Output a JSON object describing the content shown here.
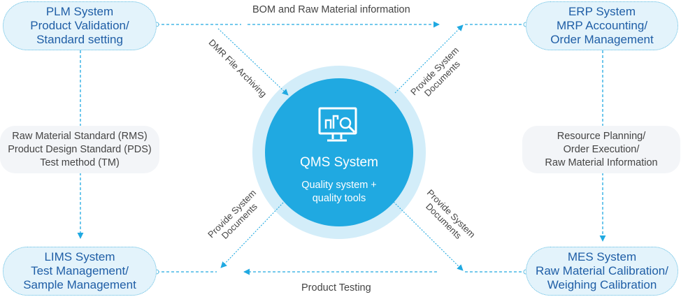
{
  "diagram": {
    "colors": {
      "accent": "#20a9e1",
      "ring": "#d3edf9",
      "node_fill": "#e3f3fb",
      "node_text": "#1f5ea6",
      "note_fill": "#f3f5f8",
      "label_text": "#444444"
    },
    "center": {
      "icon": "monitor-analytics-search-icon",
      "title": "QMS System",
      "subtitle_lines": [
        "Quality system +",
        "quality tools"
      ]
    },
    "nodes": {
      "plm": {
        "lines": [
          "PLM System",
          "Product Validation/",
          "Standard setting"
        ]
      },
      "erp": {
        "lines": [
          "ERP System",
          "MRP Accounting/",
          "Order Management"
        ]
      },
      "lims": {
        "lines": [
          "LIMS System",
          "Test Management/",
          "Sample Management"
        ]
      },
      "mes": {
        "lines": [
          "MES System",
          "Raw Material Calibration/",
          "Weighing Calibration"
        ]
      }
    },
    "notes": {
      "left": {
        "lines": [
          "Raw Material Standard (RMS)",
          "Product Design Standard (PDS)",
          "Test method (TM)"
        ]
      },
      "right": {
        "lines": [
          "Resource Planning/",
          "Order Execution/",
          "Raw Material Information"
        ]
      }
    },
    "edges": {
      "top": "BOM and Raw Material information",
      "bottom": "Product Testing",
      "plm_to_qms": "DMR File Archiving",
      "qms_to_erp": {
        "lines": [
          "Provide System",
          "Documents"
        ]
      },
      "qms_to_lims": {
        "lines": [
          "Provide System",
          "Documents"
        ]
      },
      "qms_to_mes": {
        "lines": [
          "Provide System",
          "Documents"
        ]
      }
    }
  }
}
